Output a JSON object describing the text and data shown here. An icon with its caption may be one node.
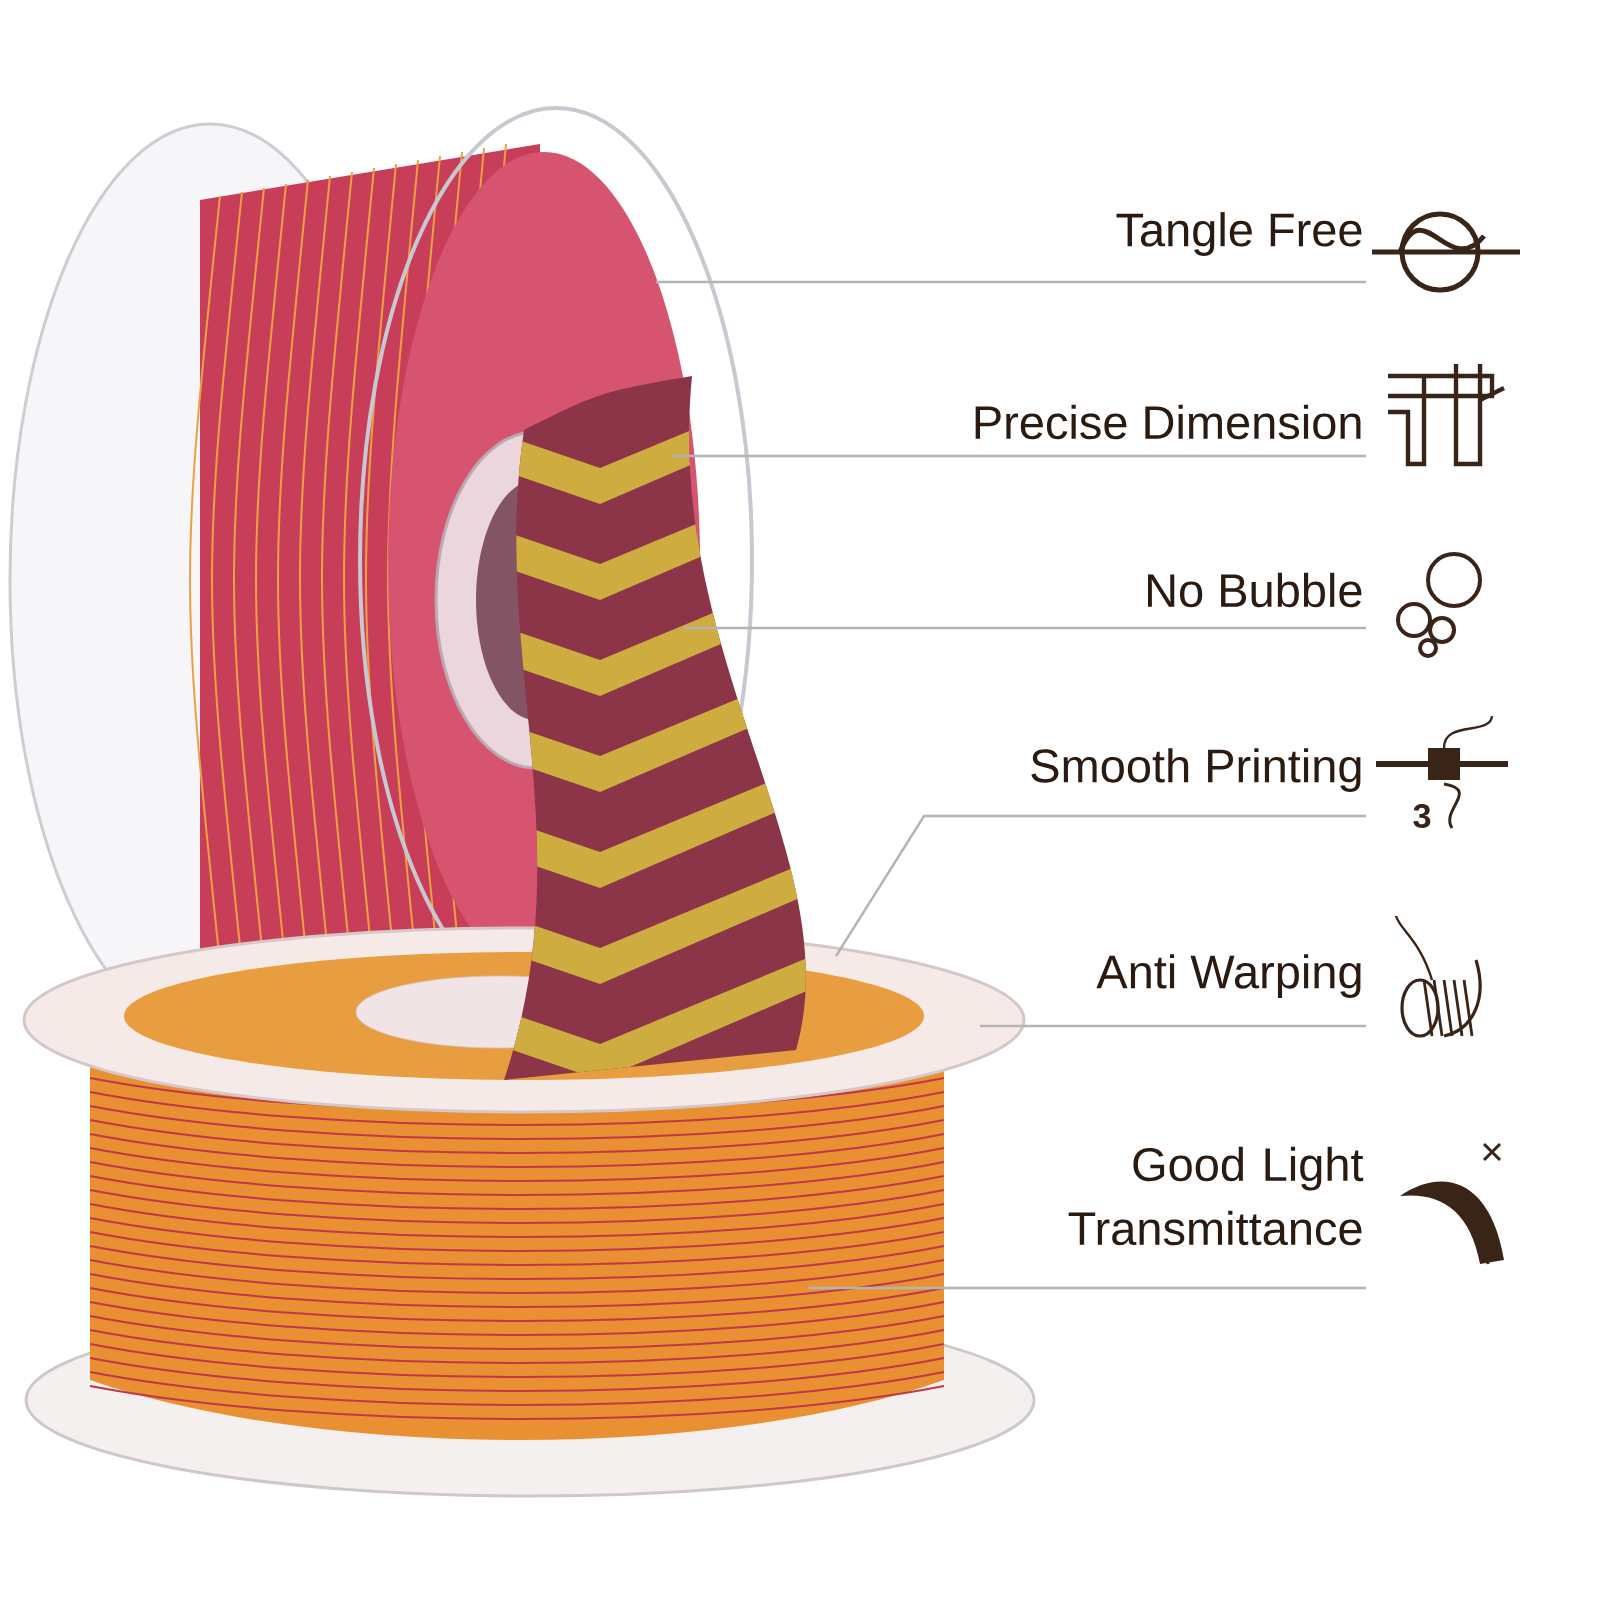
{
  "diagram": {
    "nodes": [
      {
        "text": [
          "Tangle Free"
        ]
      },
      {
        "text": [
          "Precise Dimension"
        ]
      },
      {
        "text": [
          "No Bubble"
        ]
      },
      {
        "text": [
          "Smooth Printing"
        ]
      },
      {
        "text": [
          "Anti Warping"
        ]
      },
      {
        "text": [
          "Good Light Transmittance"
        ]
      },
      {
        "text": [],
        "shape": "picture"
      }
    ],
    "edges": [
      {
        "from": 0,
        "to": 6,
        "arrow": "none"
      },
      {
        "from": 1,
        "to": 6,
        "arrow": "none"
      },
      {
        "from": 2,
        "to": 6,
        "arrow": "none"
      },
      {
        "from": 3,
        "to": 6,
        "arrow": "none"
      },
      {
        "from": 4,
        "to": 6,
        "arrow": "none"
      },
      {
        "from": 5,
        "to": 6,
        "arrow": "none"
      }
    ],
    "labels": [
      "3"
    ]
  }
}
